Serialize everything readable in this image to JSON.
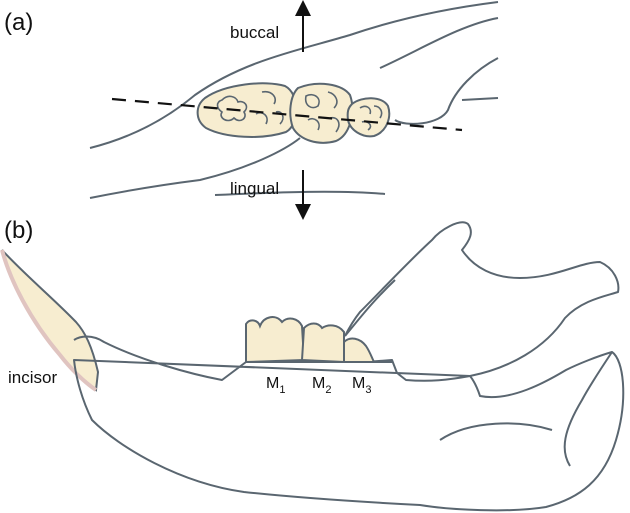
{
  "panels": {
    "a": {
      "label": "(a)"
    },
    "b": {
      "label": "(b)"
    }
  },
  "directions": {
    "up": "buccal",
    "down": "lingual"
  },
  "labels": {
    "incisor": "incisor",
    "molars": [
      {
        "base": "M",
        "sub": "1"
      },
      {
        "base": "M",
        "sub": "2"
      },
      {
        "base": "M",
        "sub": "3"
      }
    ]
  },
  "colors": {
    "outline": "#5a6670",
    "tooth_fill": "#f7edd0",
    "enamel": "#e0c4c0"
  }
}
